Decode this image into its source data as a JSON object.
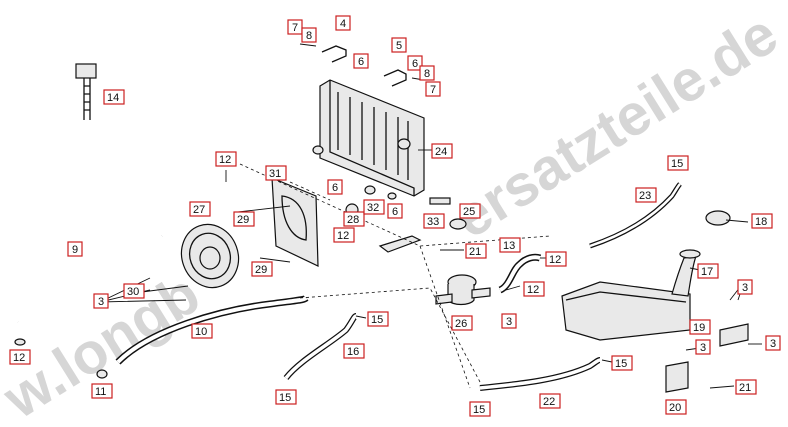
{
  "watermark": {
    "text": "ersatzteile.de",
    "prefix": "w.longb",
    "color": "#d6d6d6"
  },
  "colors": {
    "label_border": "#cc2020",
    "line": "#111111"
  },
  "labels": {
    "l3a": "3",
    "l3b": "3",
    "l3c": "3",
    "l3d": "3",
    "l3e": "3",
    "l4": "4",
    "l5": "5",
    "l6a": "6",
    "l6b": "6",
    "l6c": "6",
    "l6d": "6",
    "l7a": "7",
    "l7b": "7",
    "l8a": "8",
    "l8b": "8",
    "l9": "9",
    "l10": "10",
    "l11": "11",
    "l12a": "12",
    "l12b": "12",
    "l12c": "12",
    "l12d": "12",
    "l12e": "12",
    "l13": "13",
    "l14": "14",
    "l15a": "15",
    "l15b": "15",
    "l15c": "15",
    "l15d": "15",
    "l15e": "15",
    "l16": "16",
    "l17": "17",
    "l18": "18",
    "l19": "19",
    "l20": "20",
    "l21a": "21",
    "l21b": "21",
    "l22": "22",
    "l23": "23",
    "l24": "24",
    "l25": "25",
    "l26": "26",
    "l27": "27",
    "l28": "28",
    "l29a": "29",
    "l29b": "29",
    "l30": "30",
    "l31": "31",
    "l32": "32",
    "l33": "33"
  }
}
